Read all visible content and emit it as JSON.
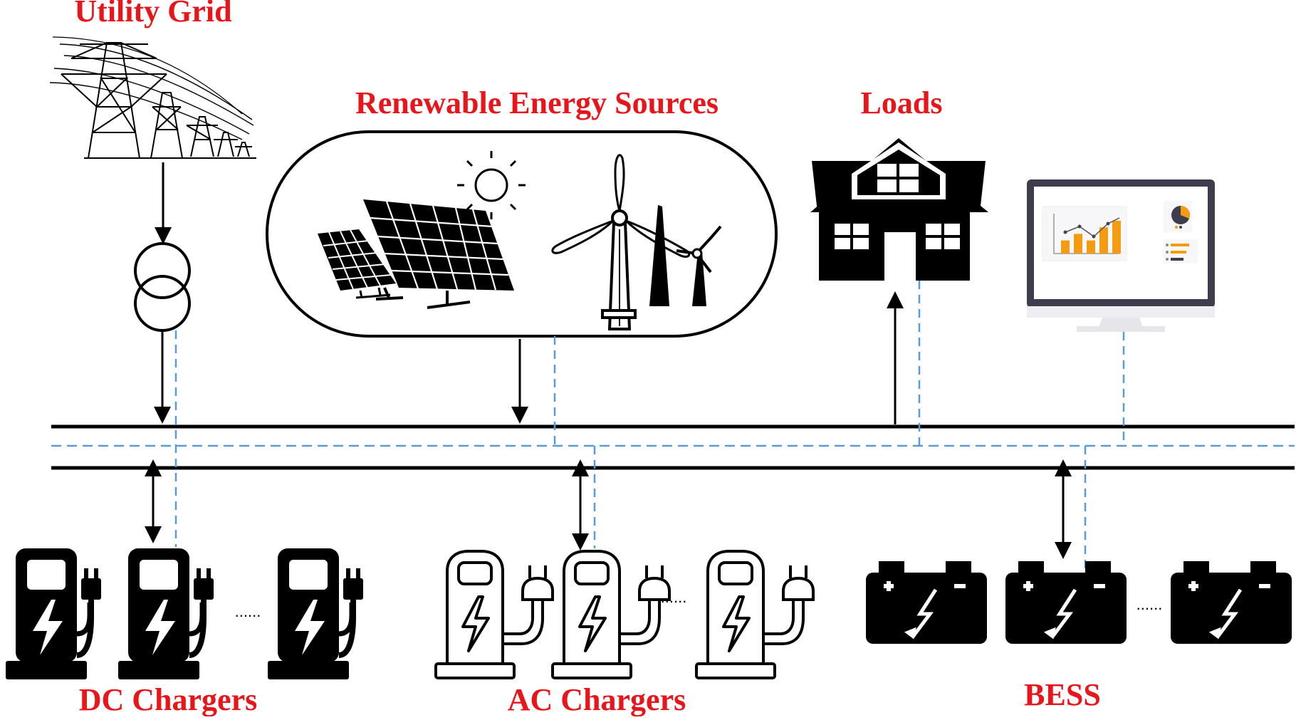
{
  "labels": {
    "utility_grid": "Utility Grid",
    "renewable_sources": "Renewable Energy Sources",
    "loads": "Loads",
    "dc_chargers": "DC Chargers",
    "ac_chargers": "AC Chargers",
    "bess": "BESS"
  },
  "colors": {
    "label_red": "#e8161b",
    "power_line": "#000000",
    "comm_line": "#5b9bd5",
    "bar_orange": "#f39c12",
    "monitor_frame": "#3d3d4e"
  },
  "icons": {
    "grid": "transmission-tower-icon",
    "transformer": "transformer-icon",
    "solar": "solar-panel-icon",
    "sun": "sun-icon",
    "wind": "wind-turbine-icon",
    "house": "house-icon",
    "monitor": "monitor-dashboard-icon",
    "dc_charger": "dc-charger-icon",
    "ac_charger": "ac-charger-icon",
    "battery": "battery-icon"
  },
  "ellipsis": "......",
  "monitor_chart": {
    "type": "bar",
    "values": [
      2,
      3,
      2,
      4,
      5
    ]
  }
}
